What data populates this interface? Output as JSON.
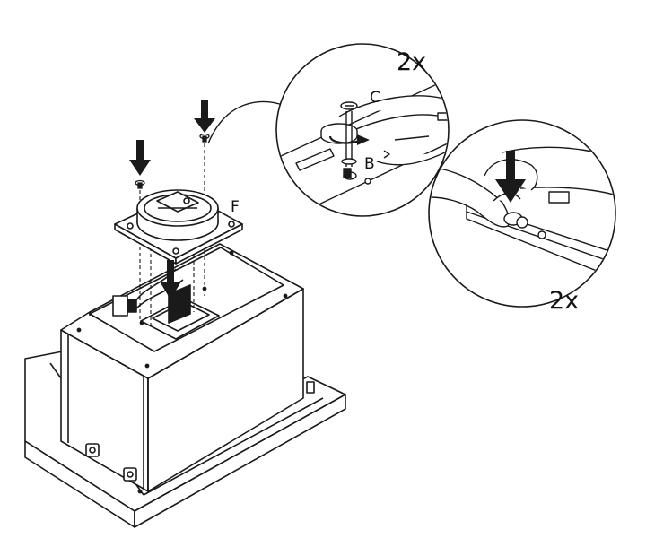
{
  "labels": {
    "filter_part": "F",
    "screw_part": "C",
    "bracket_part": "B",
    "quantity_top": "2x",
    "quantity_bottom": "2x"
  },
  "colors": {
    "line": "#1a1a1a",
    "fill": "#ffffff",
    "arrow": "#1a1a1a"
  }
}
